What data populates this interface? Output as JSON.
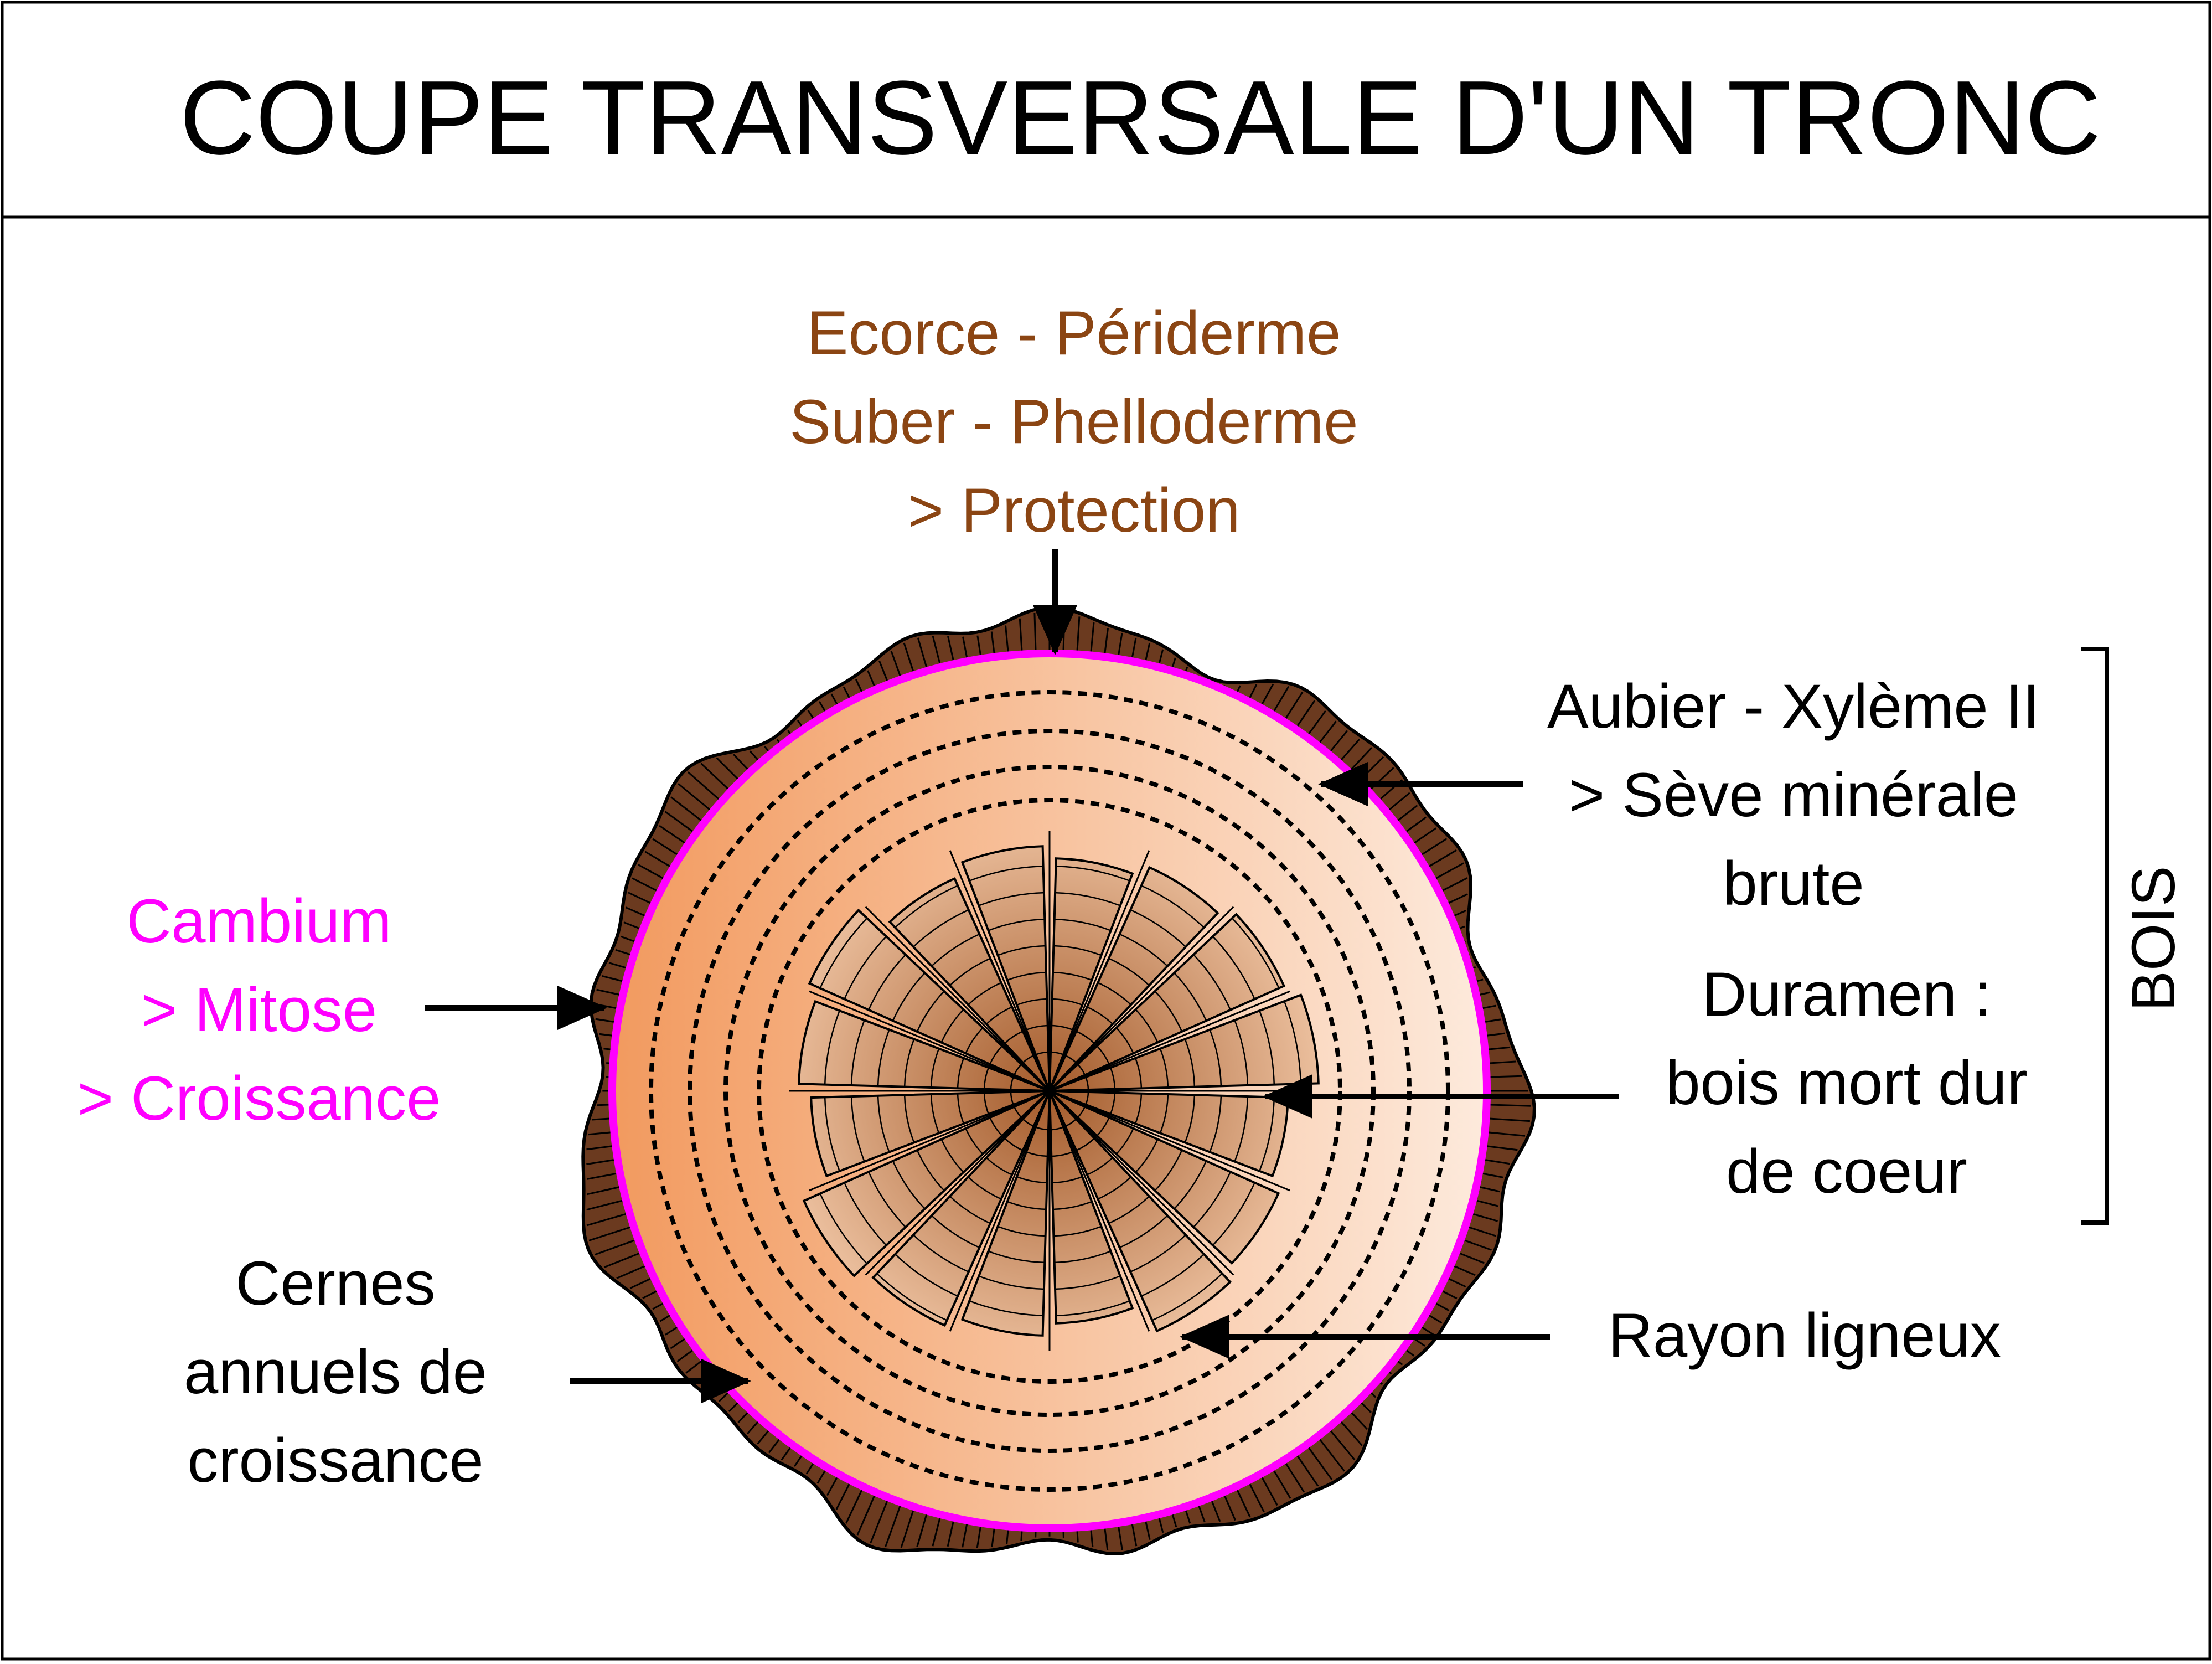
{
  "title": "COUPE TRANSVERSALE D'UN TRONC",
  "labels": {
    "ecorce": [
      "Ecorce - Périderme",
      "Suber - Phelloderme",
      "> Protection"
    ],
    "cambium": [
      "Cambium",
      "> Mitose",
      "> Croissance"
    ],
    "cernes": [
      "Cernes",
      "annuels de",
      "croissance"
    ],
    "aubier": [
      "Aubier - Xylème II",
      "> Sève minérale",
      "brute"
    ],
    "duramen": [
      "Duramen :",
      "bois mort dur",
      "de coeur"
    ],
    "rayon": [
      "Rayon ligneux"
    ],
    "bois": "BOIS"
  },
  "colors": {
    "bark": "#6b3a1f",
    "cambium": "#ff00ff",
    "ecorce_text": "#8b4513",
    "cambium_text": "#ff00ff",
    "sapwood_light": "#fdeadc",
    "sapwood_dark": "#f29a5f",
    "heartwood_light": "#eec3a2",
    "heartwood_dark": "#a35a2a"
  }
}
